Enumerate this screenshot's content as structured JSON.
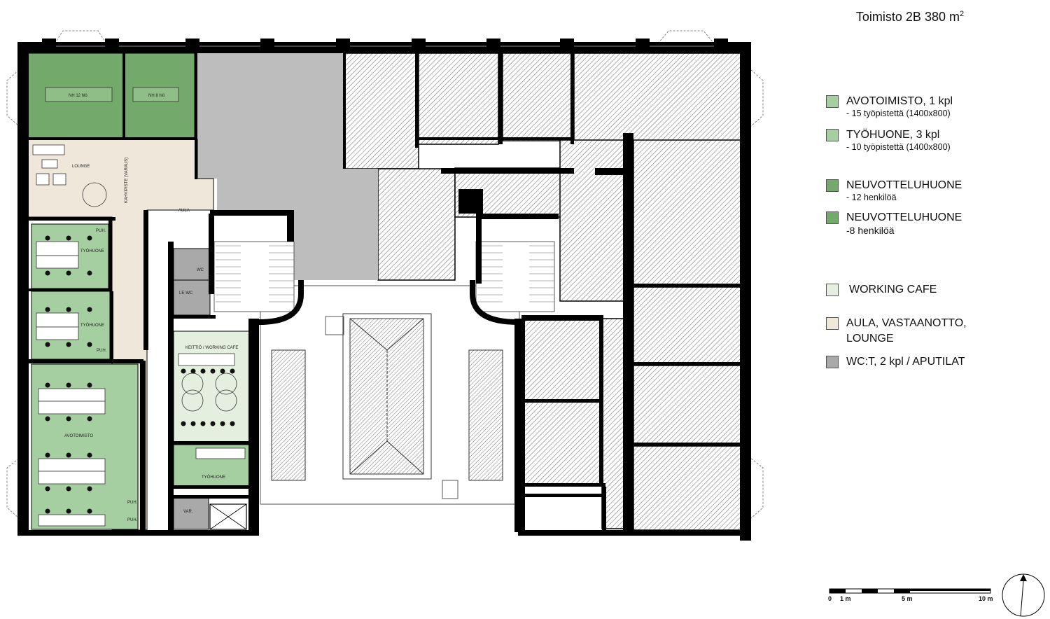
{
  "title": {
    "text": "Toimisto 2B 380 m",
    "sup": "2"
  },
  "colors": {
    "work_green": "#a6cfa1",
    "meeting_green": "#73a96b",
    "cafe": "#e4efdf",
    "lobby": "#efe8da",
    "wc_grey": "#a9a9a9",
    "atrium_grey": "#bdbdbd",
    "wall": "#000000"
  },
  "legend": [
    {
      "label": "AVOTOIMISTO, 1 kpl",
      "sub": "- 15 työpistettä (1400x800)",
      "color": "#a6cfa1"
    },
    {
      "label": "TYÖHUONE, 3 kpl",
      "sub": "- 10 työpistettä (1400x800)",
      "color": "#a6cfa1"
    },
    {
      "label": "NEUVOTTELUHUONE",
      "sub": "- 12 henkilöä",
      "color": "#73a96b"
    },
    {
      "label": "NEUVOTTELUHUONE",
      "sub": "-8 henkilöä",
      "color": "#73a96b"
    },
    {
      "label": "WORKING CAFE",
      "sub": "",
      "color": "#e4efdf"
    },
    {
      "label": "AULA, VASTAANOTTO,",
      "sub": "LOUNGE",
      "color": "#efe8da"
    },
    {
      "label": "WC:T, 2 kpl / APUTILAT",
      "sub": "",
      "color": "#a9a9a9"
    }
  ],
  "rooms": {
    "nh12": "NH 12 hlö",
    "nh8": "NH 8 hlö",
    "lounge": "LOUNGE",
    "kahviste": "KAHVIPISTE (VARAUS)",
    "aula": "AULA",
    "puh": "PUH.",
    "tyohuone": "TYÖHUONE",
    "avotoimisto": "AVOTOIMISTO",
    "keittio": "KEITTIÖ / WORKING CAFE",
    "wc": "WC",
    "lewc": "LE-WC",
    "var": "VAR."
  },
  "scale": {
    "labels": [
      "0",
      "1 m",
      "5 m",
      "10 m"
    ]
  }
}
